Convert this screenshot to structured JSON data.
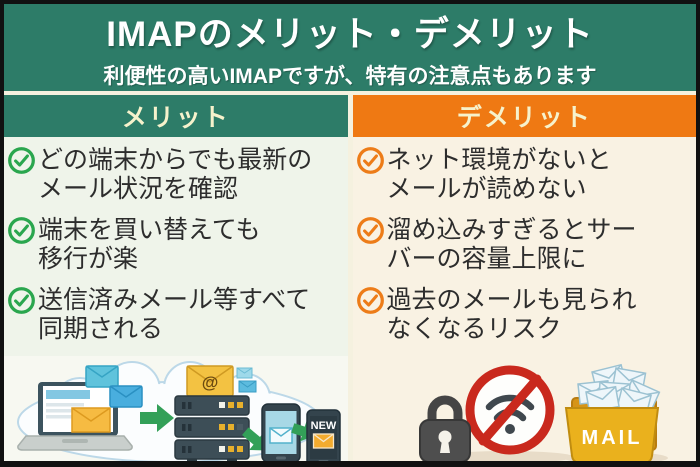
{
  "header": {
    "title": "IMAPのメリット・デメリット",
    "subtitle": "利便性の高いIMAPですが、特有の注意点もあります"
  },
  "columns": {
    "merit": {
      "label": "メリット",
      "items": [
        "どの端末からでも最新の\nメール状況を確認",
        "端末を買い替えても\n移行が楽",
        "送信済みメール等すべて\n同期される"
      ]
    },
    "demerit": {
      "label": "デメリット",
      "items": [
        "ネット環境がないと\nメールが読めない",
        "溜め込みすぎるとサー\nバーの容量上限に",
        "過去のメールも見られ\nなくなるリスク"
      ]
    }
  },
  "illustrations": {
    "left": {
      "server_mail_symbol": "@",
      "new_badge": "NEW"
    },
    "right": {
      "folder_label": "MAIL"
    }
  },
  "colors": {
    "border": "#111111",
    "teal": "#2d7c68",
    "orange": "#ef7913",
    "merit_check": "#2aa64e",
    "demerit_check": "#ed7c18",
    "background_left": "#eff4ea",
    "background_right": "#f9f2e3",
    "prohibition_red": "#c9291d",
    "folder_gold": "#eab11d",
    "arrow_green": "#33a058"
  }
}
